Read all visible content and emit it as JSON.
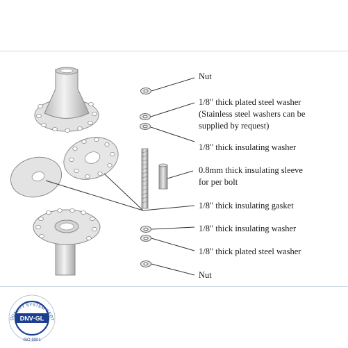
{
  "labels": {
    "nut_top": "Nut",
    "washer_plated_top_1": "1/8\" thick plated steel washer",
    "washer_plated_top_2": "(Stainless steel washers can be",
    "washer_plated_top_3": "supplied by request)",
    "washer_insulating_top": "1/8\" thick insulating washer",
    "sleeve_1": "0.8mm thick insulating sleeve",
    "sleeve_2": "for per bolt",
    "gasket": "1/8\" thick insulating gasket",
    "washer_insulating_bottom": "1/8\" thick insulating washer",
    "washer_plated_bottom": "1/8\" thick plated steel washer",
    "nut_bottom": "Nut"
  },
  "certification": {
    "ring_text": "QUALITY SYSTEM CERTIFICATION",
    "brand": "DNV·GL",
    "standard": "ISO 9001"
  },
  "colors": {
    "leader_line": "#333333",
    "part_fill": "#e4e4e4",
    "part_stroke": "#8a8a8a",
    "logo_blue": "#1d3f8f",
    "frame_line": "#cfdbe8"
  }
}
